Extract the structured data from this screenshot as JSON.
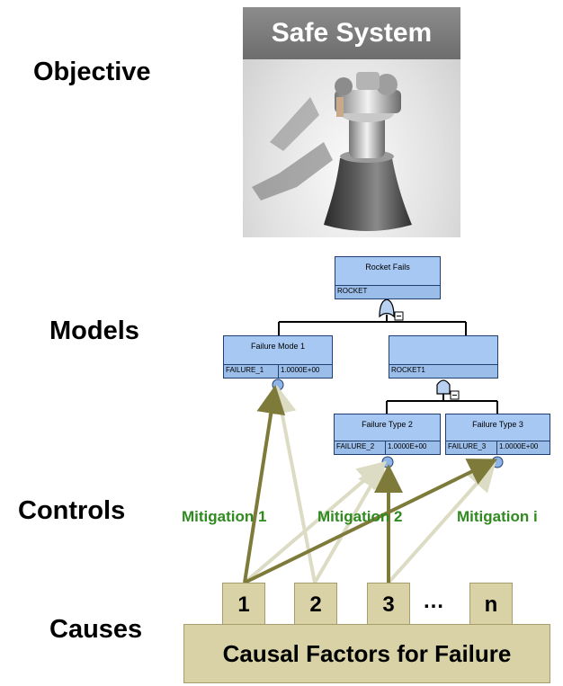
{
  "labels": {
    "objective": "Objective",
    "models": "Models",
    "controls": "Controls",
    "causes": "Causes"
  },
  "hero": {
    "title": "Safe System"
  },
  "fault_tree": {
    "top": {
      "title": "Rocket Fails",
      "id": "ROCKET"
    },
    "mode1": {
      "title": "Failure Mode 1",
      "id": "FAILURE_1",
      "prob": "1.0000E+00"
    },
    "gate": {
      "title": "",
      "id": "ROCKET1"
    },
    "type2": {
      "title": "Failure Type 2",
      "id": "FAILURE_2",
      "prob": "1.0000E+00"
    },
    "type3": {
      "title": "Failure Type 3",
      "id": "FAILURE_3",
      "prob": "1.0000E+00"
    },
    "collapse_symbol": "−"
  },
  "mitigations": [
    "Mitigation 1",
    "Mitigation 2",
    "Mitigation i"
  ],
  "causes": {
    "tabs": [
      "1",
      "2",
      "3",
      "n"
    ],
    "ellipsis": "…",
    "base": "Causal Factors for Failure"
  },
  "colors": {
    "box_fill": "#a7c8f2",
    "arrow_dark": "#7d7a3a",
    "arrow_light": "#dcdcc4",
    "mitigation_text": "#2f8a1f",
    "cause_fill": "#d8d2a6"
  }
}
